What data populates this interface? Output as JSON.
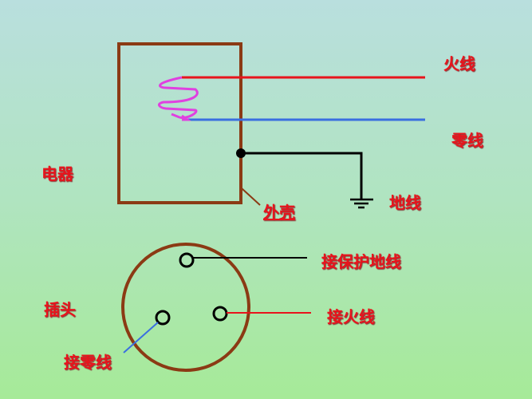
{
  "labels": {
    "live": "火线",
    "neutral": "零线",
    "ground": "地线",
    "appliance": "电器",
    "shell": "外壳",
    "plug": "插头",
    "earth_pin": "接保护地线",
    "live_pin": "接火线",
    "neutral_pin": "接零线"
  },
  "colors": {
    "live": "#e8141c",
    "neutral": "#3a6fe0",
    "ground": "#000000",
    "box": "#8b3a14",
    "coil": "#e040e0"
  }
}
